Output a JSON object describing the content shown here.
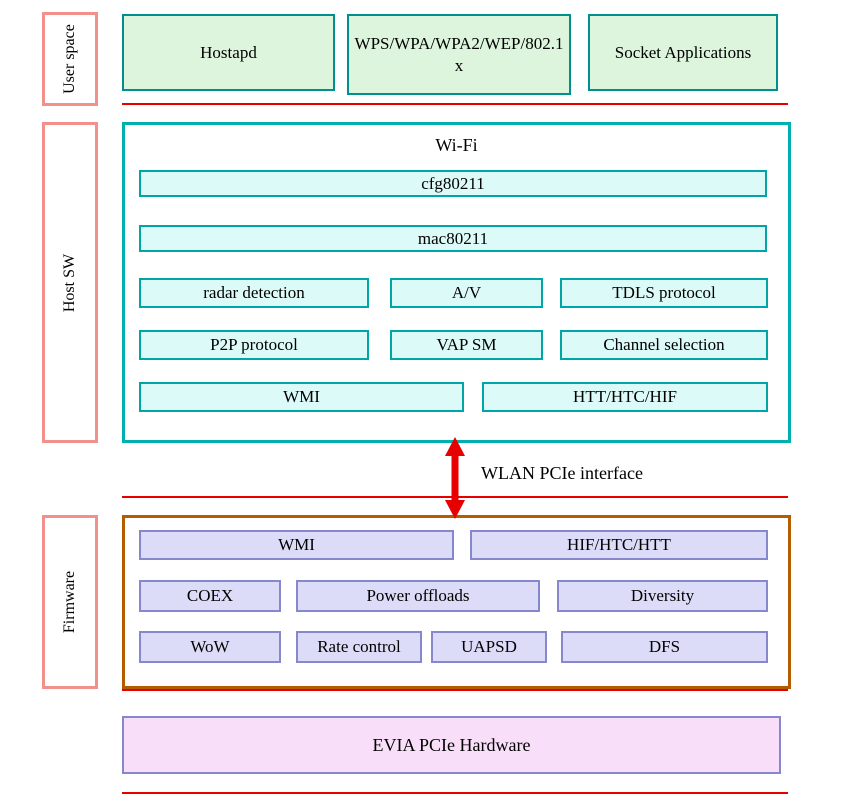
{
  "diagram": {
    "user_space": {
      "label": "User space",
      "boxes": [
        "Hostapd",
        "WPS/WPA/WPA2/WEP/802.1x",
        "Socket Applications"
      ]
    },
    "host_sw": {
      "label": "Host SW",
      "title": "Wi-Fi",
      "full_rows": [
        "cfg80211",
        "mac80211"
      ],
      "grid": [
        [
          "radar detection",
          "A/V",
          "TDLS protocol"
        ],
        [
          "P2P protocol",
          "VAP SM",
          "Channel selection"
        ],
        [
          "WMI",
          "HTT/HTC/HIF"
        ]
      ]
    },
    "interface_label": "WLAN PCIe interface",
    "firmware": {
      "label": "Firmware",
      "grid": [
        [
          "WMI",
          "HIF/HTC/HTT"
        ],
        [
          "COEX",
          "Power offloads",
          "Diversity"
        ],
        [
          "WoW",
          "Rate control",
          "UAPSD",
          "DFS"
        ]
      ]
    },
    "hardware": {
      "label": "EVIA PCIe Hardware"
    }
  },
  "colors": {
    "section_label_border": "#f2908c",
    "user_box_fill": "#dcf5dc",
    "user_box_border": "#008f8f",
    "host_container_border": "#00b0b0",
    "host_box_fill": "#dcfaf7",
    "host_box_border": "#00a6a6",
    "separator_red": "#e80000",
    "arrow_red": "#e80000",
    "firmware_container_border": "#b35c00",
    "firmware_box_fill": "#dcdcf8",
    "firmware_box_border": "#8787cd",
    "hardware_fill": "#f8def8",
    "hardware_border": "#8787cd"
  }
}
